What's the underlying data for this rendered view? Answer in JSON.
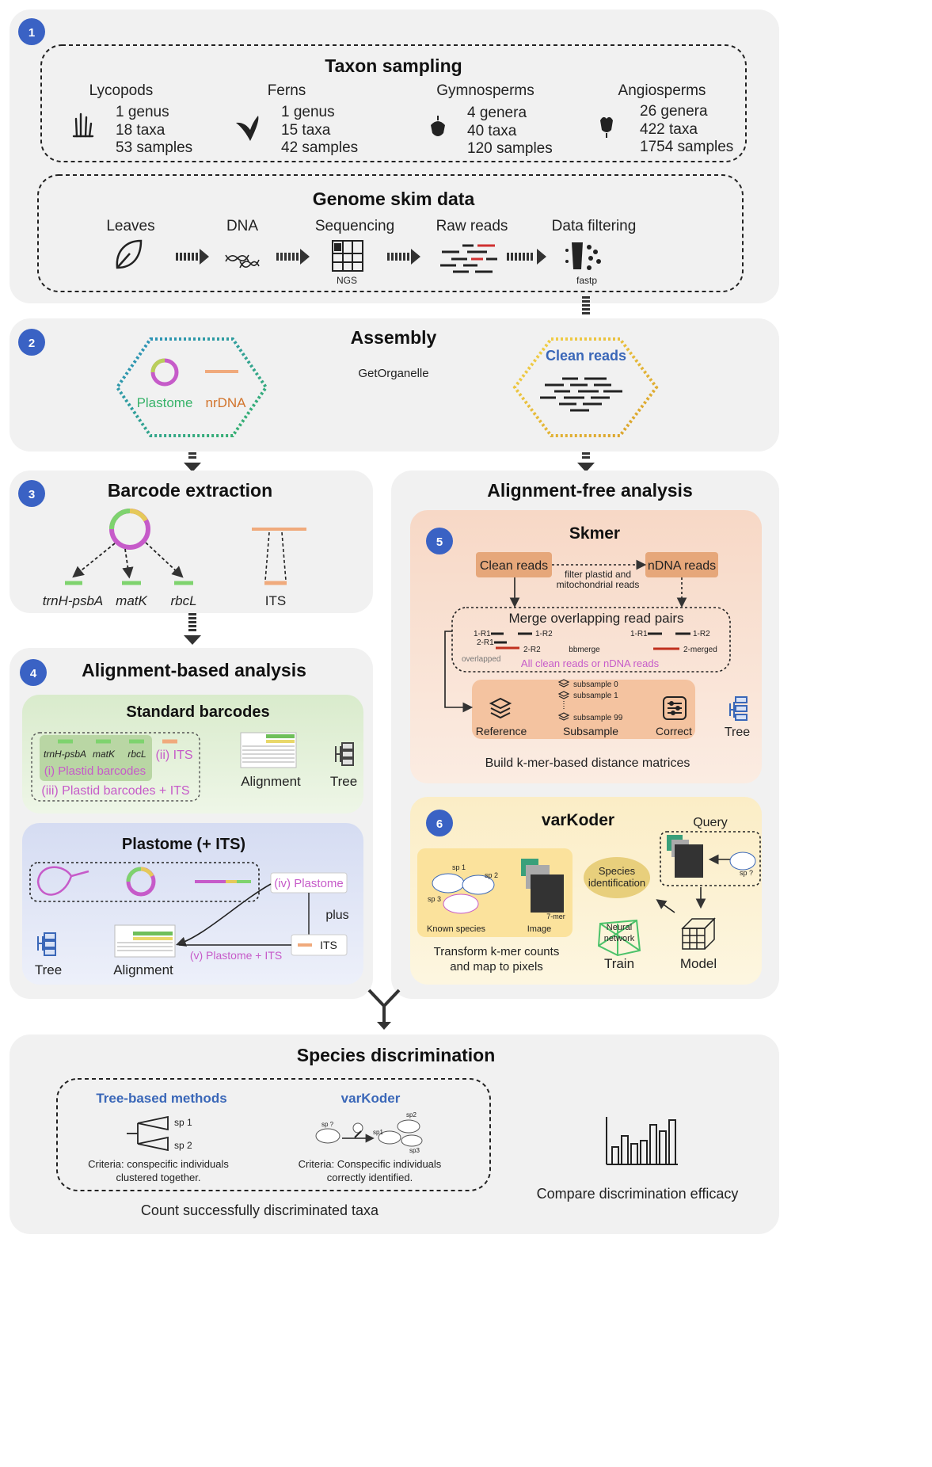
{
  "sections": {
    "s1": {
      "badge": "1"
    },
    "s2": {
      "badge": "2",
      "title": "Assembly"
    },
    "s3": {
      "badge": "3",
      "title": "Barcode extraction"
    },
    "s4": {
      "badge": "4",
      "title": "Alignment-based analysis"
    },
    "s5": {
      "badge": "5",
      "title": "Skmer"
    },
    "s6": {
      "badge": "6",
      "title": "varKoder"
    },
    "alignment_free": {
      "title": "Alignment-free analysis"
    },
    "species": {
      "title": "Species discrimination"
    }
  },
  "taxon_sampling": {
    "title": "Taxon sampling",
    "groups": [
      {
        "name": "Lycopods",
        "l1": "1 genus",
        "l2": "18 taxa",
        "l3": "53 samples",
        "icon": "lycopod-icon"
      },
      {
        "name": "Ferns",
        "l1": "1 genus",
        "l2": "15 taxa",
        "l3": "42 samples",
        "icon": "fern-icon"
      },
      {
        "name": "Gymnosperms",
        "l1": "4 genera",
        "l2": "40 taxa",
        "l3": "120 samples",
        "icon": "cone-icon"
      },
      {
        "name": "Angiosperms",
        "l1": "26 genera",
        "l2": "422 taxa",
        "l3": "1754 samples",
        "icon": "flower-icon"
      }
    ]
  },
  "genome_skim": {
    "title": "Genome skim data",
    "steps": [
      "Leaves",
      "DNA",
      "Sequencing",
      "Raw reads",
      "Data filtering"
    ],
    "ngs": "NGS",
    "fastp": "fastp"
  },
  "assembly": {
    "tool": "GetOrganelle",
    "clean_reads": "Clean reads",
    "plastome": "Plastome",
    "nrdna": "nrDNA"
  },
  "barcode": {
    "labels": [
      "trnH-psbA",
      "matK",
      "rbcL"
    ],
    "its": "ITS"
  },
  "standard_barcodes": {
    "title": "Standard barcodes",
    "genes": [
      "trnH-psbA",
      "matK",
      "rbcL"
    ],
    "its": "(ii) ITS",
    "plastid": "(i) Plastid barcodes",
    "combined": "(iii) Plastid barcodes + ITS",
    "alignment": "Alignment",
    "tree": "Tree"
  },
  "plastome_its": {
    "title": "Plastome (+ ITS)",
    "iv": "(iv) Plastome",
    "plus": "plus",
    "its": "ITS",
    "v": "(v) Plastome + ITS",
    "alignment": "Alignment",
    "tree": "Tree"
  },
  "skmer": {
    "clean_reads": "Clean reads",
    "ndna_reads": "nDNA reads",
    "filter": "filter plastid and",
    "filter2": "mitochondrial reads",
    "merge": "Merge overlapping read pairs",
    "r1a": "1-R1",
    "r2a": "1-R2",
    "r1b": "2-R1",
    "r2b": "2-R2",
    "bbmerge": "bbmerge",
    "r1c": "1-R1",
    "r2c": "1-R2",
    "merged": "2-merged",
    "overlapped": "overlapped",
    "all": "All clean reads or nDNA reads",
    "sub0": "subsample 0",
    "sub1": "subsample 1",
    "sub99": "subsample 99",
    "reference": "Reference",
    "subsample": "Subsample",
    "correct": "Correct",
    "tree": "Tree",
    "caption": "Build k-mer-based distance matrices"
  },
  "varkoder": {
    "query": "Query",
    "sp_q": "sp ?",
    "species_id1": "Species",
    "species_id2": "identification",
    "sp1": "sp 1",
    "sp2": "sp 2",
    "sp3": "sp 3",
    "known": "Known species",
    "image": "Image",
    "kmer": "7-mer",
    "nn1": "Neural",
    "nn2": "network",
    "train": "Train",
    "model": "Model",
    "transform1": "Transform k-mer counts",
    "transform2": "and map to pixels"
  },
  "species_discrimination": {
    "tree_methods": "Tree-based methods",
    "varkoder": "varKoder",
    "sp1": "sp 1",
    "sp2": "sp 2",
    "crit1a": "Criteria: conspecific individuals",
    "crit1b": "clustered together.",
    "crit2a": "Criteria: Conspecific individuals",
    "crit2b": "correctly identified.",
    "vk_spq": "sp ?",
    "vk_sp1": "sp1",
    "vk_sp2": "sp2",
    "vk_sp3": "sp3",
    "count": "Count successfully discriminated taxa",
    "compare": "Compare discrimination efficacy"
  },
  "colors": {
    "badge": "#3a62c4",
    "panel": "#f1f1f1",
    "plastome_green": "#38b36a",
    "nrdna_orange": "#d2742c",
    "magenta": "#c65bc9",
    "clean_blue": "#3a67b8",
    "its_orange": "#f0aa7c",
    "barcode_green": "#7ed36e"
  }
}
